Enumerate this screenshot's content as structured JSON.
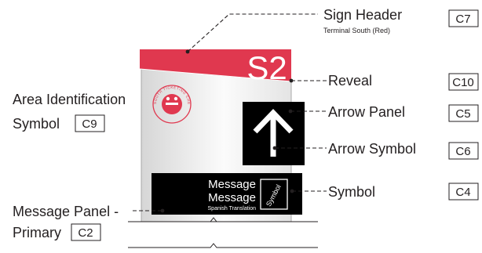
{
  "sign": {
    "header_text": "S2",
    "header_color": "#e0384f",
    "seal_text": "SOUTH TICKETING CHECK-IN",
    "seal_color": "#e0384f",
    "message_line1": "Message",
    "message_line2": "Message",
    "message_translation": "Spanish Translation",
    "symbol_text": "Symbol",
    "arrow_icon": "arrow-up-icon"
  },
  "callouts": {
    "sign_header": {
      "label": "Sign Header",
      "sublabel": "Terminal South (Red)",
      "code": "C7"
    },
    "reveal": {
      "label": "Reveal",
      "code": "C10"
    },
    "arrow_panel": {
      "label": "Arrow Panel",
      "code": "C5"
    },
    "arrow_symbol": {
      "label": "Arrow Symbol",
      "code": "C6"
    },
    "symbol": {
      "label": "Symbol",
      "code": "C4"
    },
    "area_id": {
      "label_line1": "Area Identification",
      "label_line2": "Symbol",
      "code": "C9"
    },
    "message_panel": {
      "label_line1": "Message Panel -",
      "label_line2": "Primary",
      "code": "C2"
    }
  }
}
